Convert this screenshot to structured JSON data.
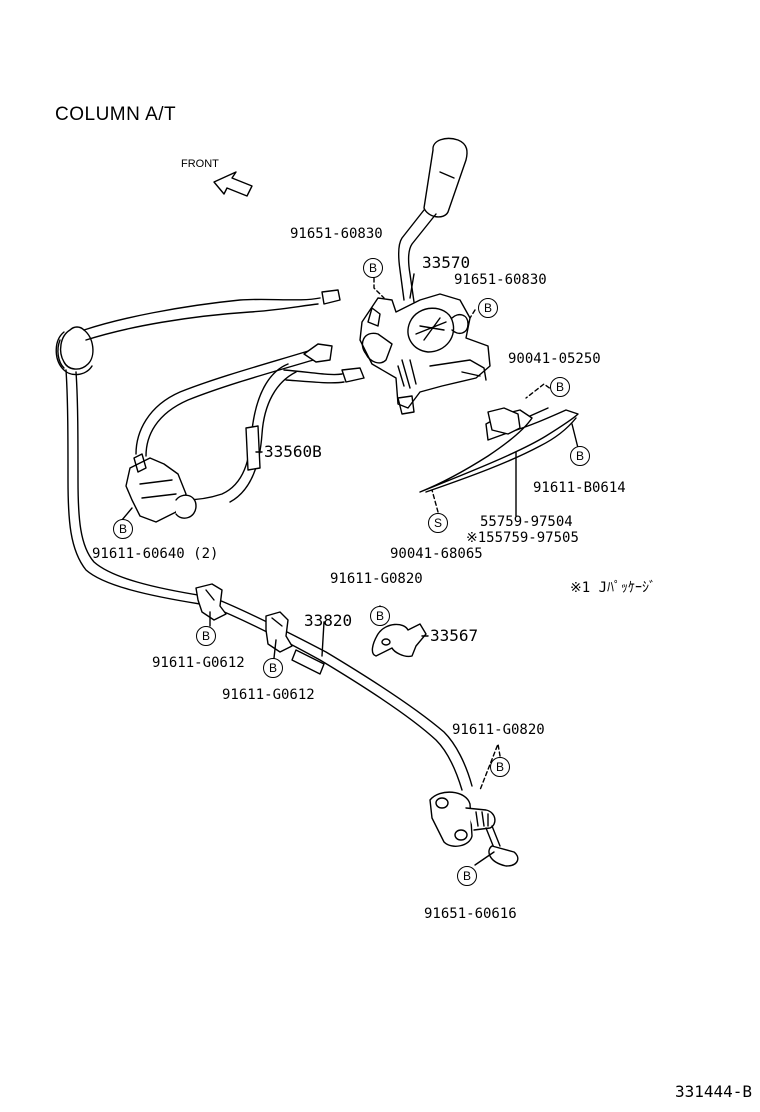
{
  "title": "COLUMN  A/T",
  "front_label": "FRONT",
  "figure_code": "331444-B",
  "badge_bolt": "B",
  "badge_screw": "S",
  "parts": {
    "p1": "91651-60830",
    "p2": "33570",
    "p3": "91651-60830",
    "p4": "90041-05250",
    "p5": "33560B",
    "p6": "91611-B0614",
    "p7": "55759-97504",
    "p8": "※155759-97505",
    "p9": "90041-68065",
    "p10": "91611-60640 (2)",
    "p11": "91611-G0820",
    "p12": "※1 Jﾊﾟｯｹｰｼﾞ",
    "p13": "33820",
    "p14": "33567",
    "p15": "91611-G0612",
    "p16": "91611-G0612",
    "p17": "91611-G0820",
    "p18": "91651-60616"
  }
}
